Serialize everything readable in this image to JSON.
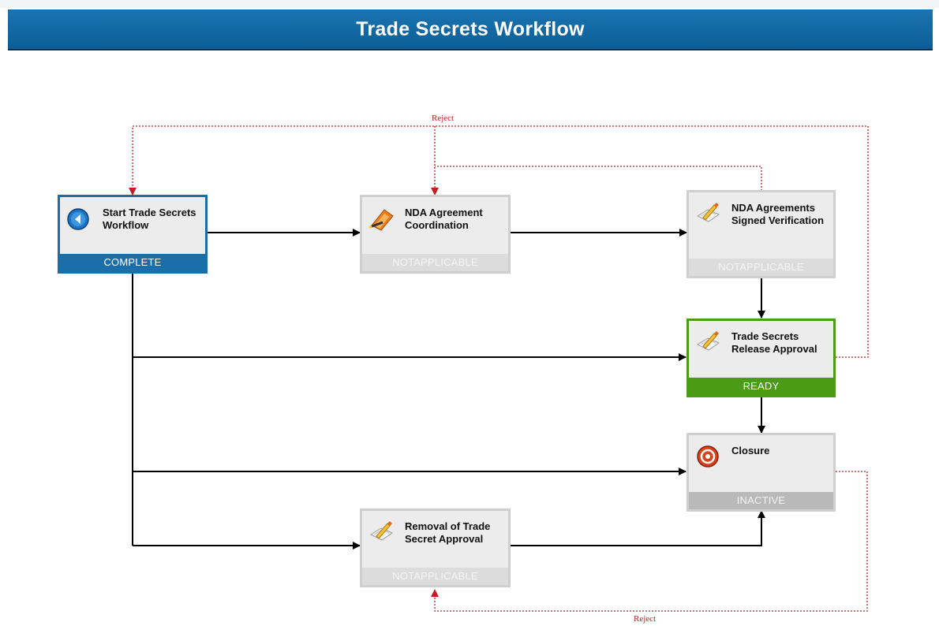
{
  "title": "Trade Secrets Workflow",
  "colors": {
    "header_blue": "#1a6fab",
    "complete_blue": "#1a6fab",
    "ready_green": "#4b9b16",
    "notapplicable_gray": "#dcdcdc",
    "inactive_gray": "#b9b9b9",
    "reject_red": "#c02020"
  },
  "nodes": {
    "start": {
      "label": "Start Trade Secrets Workflow",
      "status": "COMPLETE",
      "icon": "start-arrow-icon"
    },
    "nda_coordination": {
      "label": "NDA Agreement Coordination",
      "status": "NOTAPPLICABLE",
      "icon": "pencil-document-icon"
    },
    "nda_verification": {
      "label": "NDA Agreements Signed Verification",
      "status": "NOTAPPLICABLE",
      "icon": "approval-pen-icon"
    },
    "release_approval": {
      "label": "Trade Secrets Release Approval",
      "status": "READY",
      "icon": "approval-pen-icon"
    },
    "closure": {
      "label": "Closure",
      "status": "INACTIVE",
      "icon": "stop-icon"
    },
    "removal_approval": {
      "label": "Removal of Trade Secret Approval",
      "status": "NOTAPPLICABLE",
      "icon": "approval-pen-icon"
    }
  },
  "reject_labels": {
    "top": "Reject",
    "bottom": "Reject"
  }
}
